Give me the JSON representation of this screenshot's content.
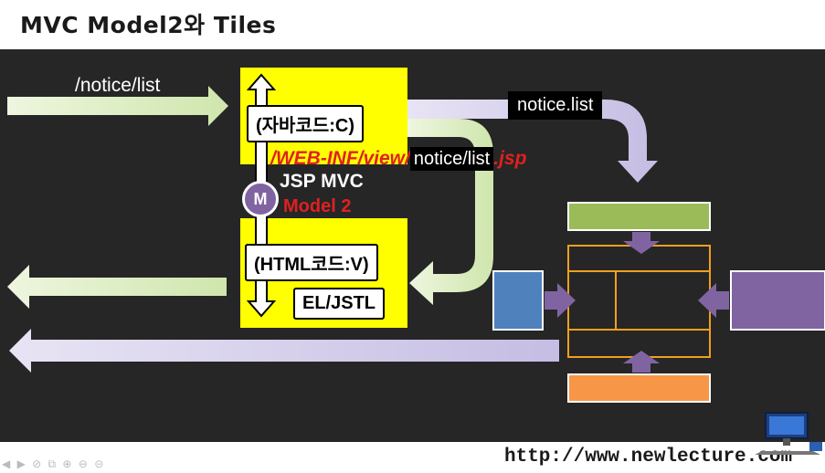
{
  "slide": {
    "title": "MVC Model2와 Tiles"
  },
  "diagram": {
    "request_url": "/notice/list",
    "controller_label": "(자바코드:C)",
    "view_label": "(HTML코드:V)",
    "el_jstl_label": "EL/JSTL",
    "model_badge": "M",
    "jsp_mvc_label": "JSP MVC",
    "model2_label": "Model 2",
    "tiles_definition": "notice.list",
    "view_path_prefix": "/WEB-INF/view/",
    "view_path_name": "notice/list",
    "view_path_ext": ".jsp"
  },
  "footer": {
    "url": "http://www.newlecture.com",
    "player_controls": "◀ ▶ ⊘ ⧉ ⊕ ⊖ ⊝",
    "monitor_icon": "computer-monitor-icon"
  },
  "colors": {
    "background": "#262626",
    "mvc_box": "#ffff00",
    "request_arrow": "#d9ecbf",
    "response_arrow": "#d6d0ea",
    "layout_border": "#f0a020",
    "header_block": "#9bbb59",
    "left_block": "#4f81bd",
    "right_block": "#8064a2",
    "bottom_block": "#f79646"
  }
}
